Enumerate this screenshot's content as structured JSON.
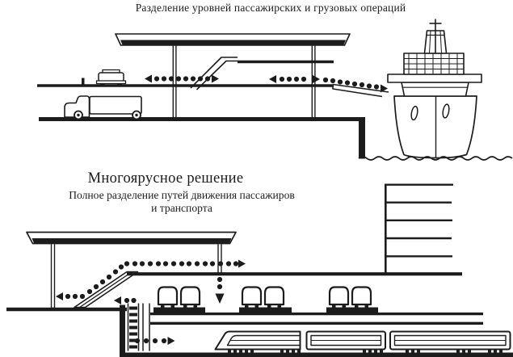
{
  "figure": {
    "background": "#ffffff",
    "ink": "#1c1c1c"
  },
  "upper_diagram": {
    "title": "Разделение уровней пассажирских и грузовых операций",
    "icons": {
      "canopy": "terminal-canopy",
      "car": "car-on-upper-deck",
      "truck": "cargo-truck-lower-level",
      "flow": "dotted-passenger-flow-arrows",
      "ramp": "pedestrian-ramp",
      "gangway": "ship-gangway",
      "ship": "passenger-ship-front-view",
      "quay": "quay-wall-and-waterline"
    }
  },
  "lower_diagram": {
    "title": "Многоярусное решение",
    "subtitle_line1": "Полное разделение путей движения пассажиров",
    "subtitle_line2": "и транспорта",
    "icons": {
      "canopy": "terminal-canopy",
      "escalator": "escalator-ramp",
      "building": "multi-storey-block",
      "buses": "buses-on-platforms",
      "shaft": "stair-shaft-to-underground",
      "train": "underground-train",
      "flow": "dotted-passenger-flow-arrows"
    }
  }
}
